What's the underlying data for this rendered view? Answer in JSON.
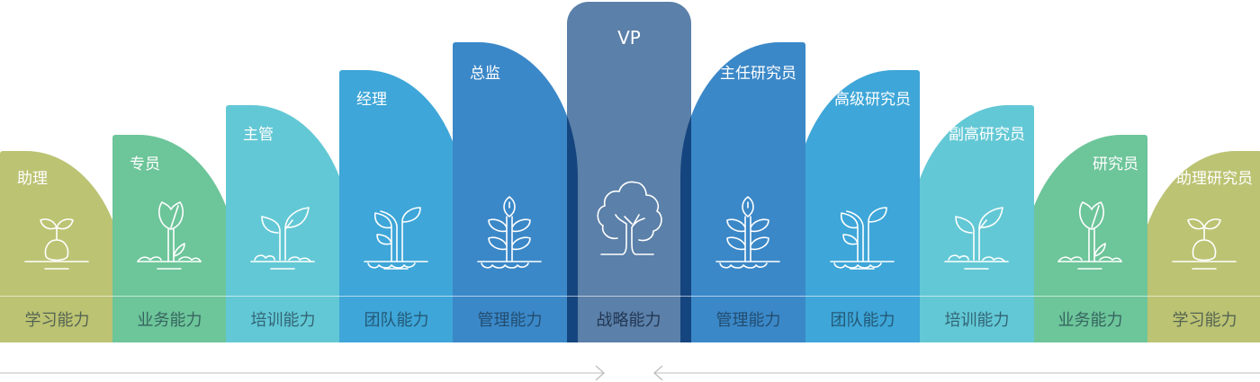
{
  "left": [
    {
      "title": "助理",
      "skill": "学习能力",
      "icon": "seed-sprout-icon",
      "color": "#bcc373",
      "band": "#4f9a40"
    },
    {
      "title": "专员",
      "skill": "业务能力",
      "icon": "leaf-sprout-icon",
      "color": "#6dc59a",
      "band": "#2a9a82"
    },
    {
      "title": "主管",
      "skill": "培训能力",
      "icon": "seedling-icon",
      "color": "#63c8d5",
      "band": "#1a84bb"
    },
    {
      "title": "经理",
      "skill": "团队能力",
      "icon": "young-plant-icon",
      "color": "#3ea6d8",
      "band": "#0e5aa8"
    },
    {
      "title": "总监",
      "skill": "管理能力",
      "icon": "tall-plant-icon",
      "color": "#3b88c8",
      "band": "#15457f"
    }
  ],
  "center": {
    "title": "VP",
    "skill": "战略能力",
    "icon": "tree-icon",
    "color": "#5b80a9"
  },
  "right": [
    {
      "title": "主任研究员",
      "skill": "管理能力",
      "icon": "tall-plant-icon",
      "color": "#3b88c8",
      "band": "#15457f"
    },
    {
      "title": "高级研究员",
      "skill": "团队能力",
      "icon": "young-plant-icon",
      "color": "#3ea6d8",
      "band": "#0e5aa8"
    },
    {
      "title": "副高研究员",
      "skill": "培训能力",
      "icon": "seedling-icon",
      "color": "#63c8d5",
      "band": "#1a84bb"
    },
    {
      "title": "研究员",
      "skill": "业务能力",
      "icon": "leaf-sprout-icon",
      "color": "#6dc59a",
      "band": "#2a9a82"
    },
    {
      "title": "助理研究员",
      "skill": "学习能力",
      "icon": "seed-sprout-icon",
      "color": "#bcc373",
      "band": "#4f9a40"
    }
  ]
}
